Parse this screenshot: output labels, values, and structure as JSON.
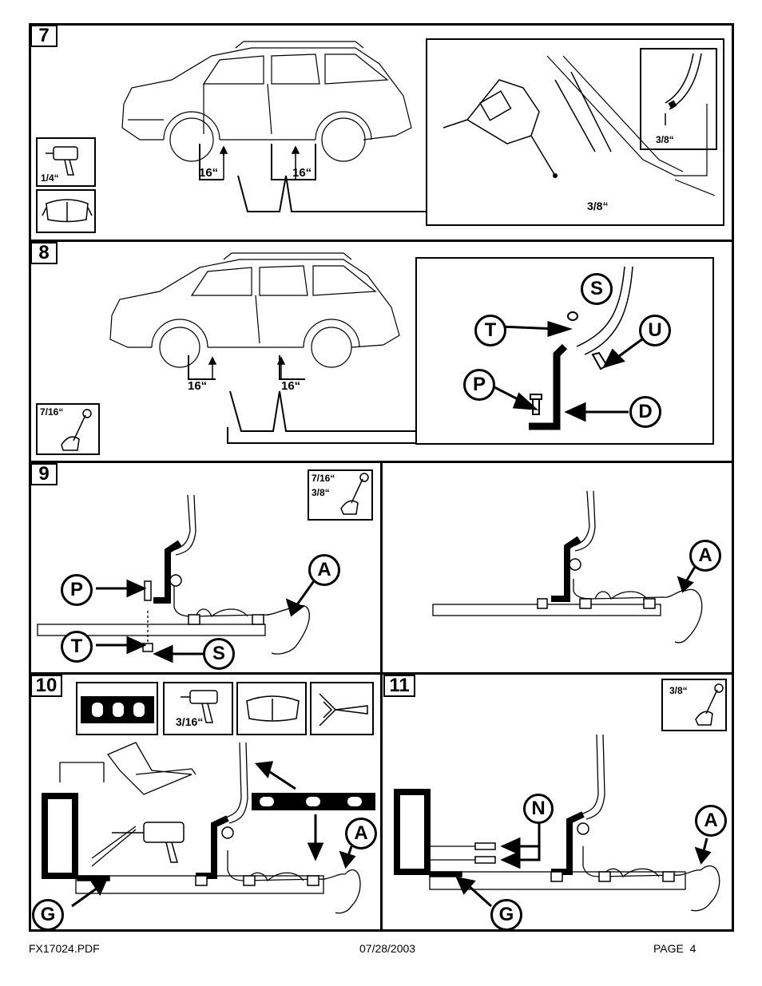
{
  "steps": {
    "s7": "7",
    "s8": "8",
    "s9": "9",
    "s10": "10",
    "s11": "11"
  },
  "step7": {
    "drill_size": "1/4“",
    "dim_left": "16“",
    "dim_right": "16“",
    "inset_depth": "3/8“",
    "bit_mark": "3/8“",
    "tools": [
      "drill-icon",
      "safety-goggles-icon"
    ]
  },
  "step8": {
    "wrench_size": "7/16“",
    "dim_left": "16“",
    "dim_right": "16“",
    "callouts": [
      "S",
      "T",
      "U",
      "P",
      "D"
    ],
    "tools": [
      "wrench-icon"
    ]
  },
  "step9": {
    "wrench_size_1": "7/16“",
    "wrench_size_2": "3/8“",
    "callouts": [
      "P",
      "A",
      "T",
      "S",
      "A"
    ]
  },
  "step10": {
    "drill_size": "3/16“",
    "callouts": [
      "A",
      "G"
    ],
    "tools": [
      "level-icon",
      "drill-icon",
      "safety-goggles-icon",
      "clamp-icon"
    ]
  },
  "step11": {
    "wrench_size": "3/8“",
    "callouts": [
      "N",
      "A",
      "G"
    ]
  },
  "footer": {
    "file": "FX17024.PDF",
    "date": "07/28/2003",
    "page": "PAGE  4"
  }
}
